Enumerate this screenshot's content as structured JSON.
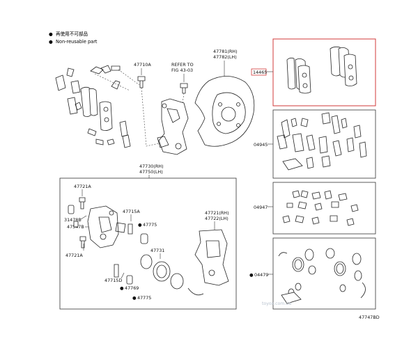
{
  "legend": {
    "bullet_glyph": "●",
    "line1": "再使用不可部品",
    "line2": "Non-reusable part"
  },
  "parts": {
    "p47710A": "47710A",
    "refer_line1": "REFER TO",
    "refer_line2": "FIG 43-03",
    "p47781": "47781(RH)",
    "p47782": "47782(LH)",
    "p14465": "14465",
    "p04945": "04945",
    "p47730": "47730(RH)",
    "p47750": "47750(LH)",
    "p47721A_top": "47721A",
    "p31478B": "31478B",
    "p47547B": "47547B",
    "p47721A_bottom": "47721A",
    "p47715A": "47715A",
    "p47775_top": "47775",
    "p47721": "47721(RH)",
    "p47722": "47722(LH)",
    "p47731": "47731",
    "p47715D": "47715D",
    "p47769": "47769",
    "p47775_bottom": "47775",
    "p04947": "04947",
    "p04479": "04479"
  },
  "watermark": "toyox.com.ua",
  "figure_code": "47747BD",
  "colors": {
    "highlight_box": "#d23a3a",
    "line": "#222222",
    "watermark": "#b9c3cf"
  }
}
